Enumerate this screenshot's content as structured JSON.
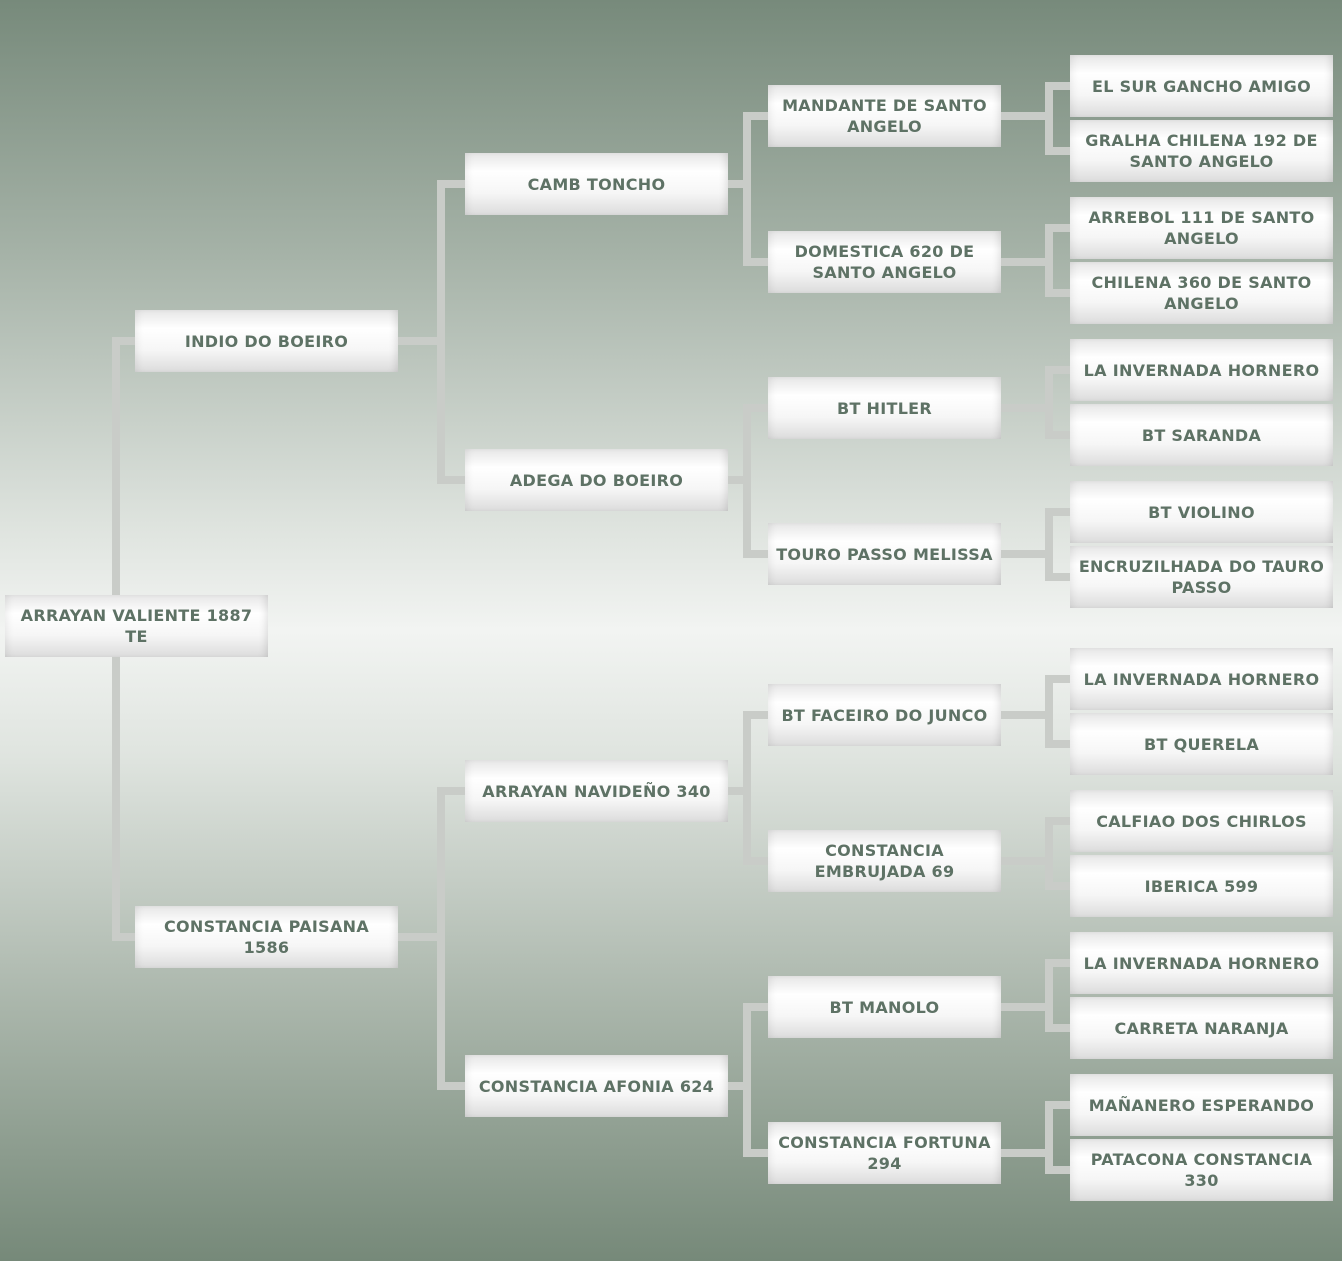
{
  "pedigree": {
    "subject": "ARRAYAN VALIENTE 1887 TE",
    "parents": [
      "INDIO DO BOEIRO",
      "CONSTANCIA PAISANA 1586"
    ],
    "grandparents": [
      "CAMB TONCHO",
      "ADEGA DO BOEIRO",
      "ARRAYAN NAVIDEÑO 340",
      "CONSTANCIA AFONIA 624"
    ],
    "great_grandparents": [
      "MANDANTE DE SANTO ANGELO",
      "DOMESTICA 620 DE SANTO ANGELO",
      "BT HITLER",
      "TOURO PASSO MELISSA",
      "BT FACEIRO DO JUNCO",
      "CONSTANCIA EMBRUJADA 69",
      "BT MANOLO",
      "CONSTANCIA FORTUNA 294"
    ],
    "great_great_grandparents": [
      "EL SUR GANCHO AMIGO",
      "GRALHA CHILENA 192 DE SANTO ANGELO",
      "ARREBOL 111 DE SANTO ANGELO",
      "CHILENA 360 DE SANTO ANGELO",
      "LA INVERNADA HORNERO",
      "BT SARANDA",
      "BT VIOLINO",
      "ENCRUZILHADA DO TAURO PASSO",
      "LA INVERNADA HORNERO",
      "BT QUERELA",
      "CALFIAO DOS CHIRLOS",
      "IBERICA 599",
      "LA INVERNADA HORNERO",
      "CARRETA NARANJA",
      "MAÑANERO ESPERANDO",
      "PATACONA CONSTANCIA 330"
    ]
  },
  "colors": {
    "text": "#5e7265",
    "connector": "#c9ccc8"
  }
}
